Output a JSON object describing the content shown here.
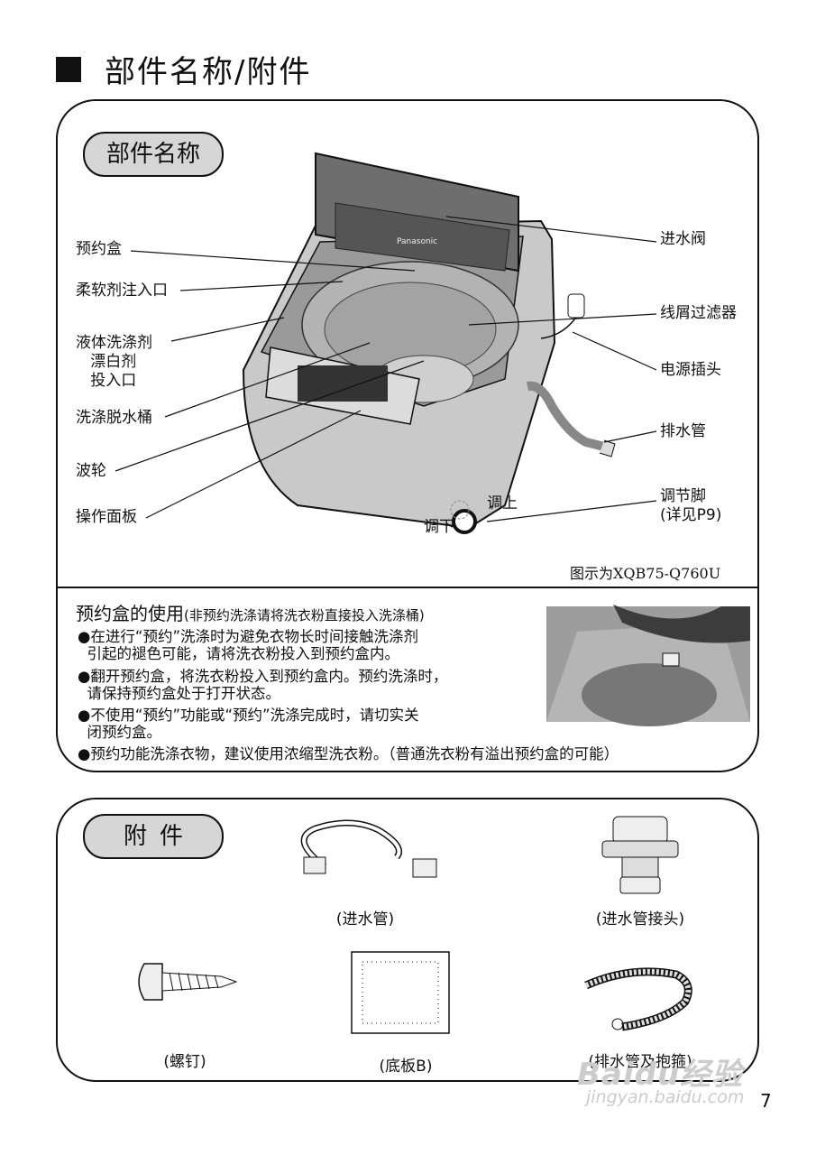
{
  "page_title": "部件名称/附件",
  "parts": {
    "heading": "部件名称",
    "labels": {
      "reservation_box": "预约盒",
      "softener_inlet": "柔软剂注入口",
      "liquid_detergent": "液体洗涤剂\n   漂白剂\n   投入口",
      "wash_tub": "洗涤脱水桶",
      "pulsator": "波轮",
      "control_panel": "操作面板",
      "inlet_valve": "进水阀",
      "lint_filter": "线屑过滤器",
      "power_plug": "电源插头",
      "drain_hose": "排水管",
      "adjust_foot": "调节脚\n(详见P9)",
      "adjust_up": "调上",
      "adjust_down": "调下"
    },
    "brand": "Panasonic",
    "caption": "图示为XQB75-Q760U"
  },
  "usage": {
    "title": "预约盒的使用",
    "note": "(非预约洗涤请将洗衣粉直接投入洗涤桶)",
    "bullets": [
      "●在进行“预约”洗涤时为避免衣物长时间接触洗涤剂\n  引起的褪色可能，请将洗衣粉投入到预约盒内。",
      "●翻开预约盒，将洗衣粉投入到预约盒内。预约洗涤时，\n  请保持预约盒处于打开状态。",
      "●不使用“预约”功能或“预约”洗涤完成时，请切实关\n  闭预约盒。",
      "●预约功能洗涤衣物，建议使用浓缩型洗衣粉。（普通洗衣粉有溢出预约盒的可能）"
    ]
  },
  "accessories": {
    "heading": "附件",
    "items": [
      {
        "label": "(进水管)"
      },
      {
        "label": "(进水管接头)"
      },
      {
        "label": "(螺钉)"
      },
      {
        "label": "(底板B)"
      },
      {
        "label": "(排水管及抱箍)"
      }
    ]
  },
  "page_number": "7",
  "watermark": "Baidu经验",
  "watermark_url": "jingyan.baidu.com"
}
